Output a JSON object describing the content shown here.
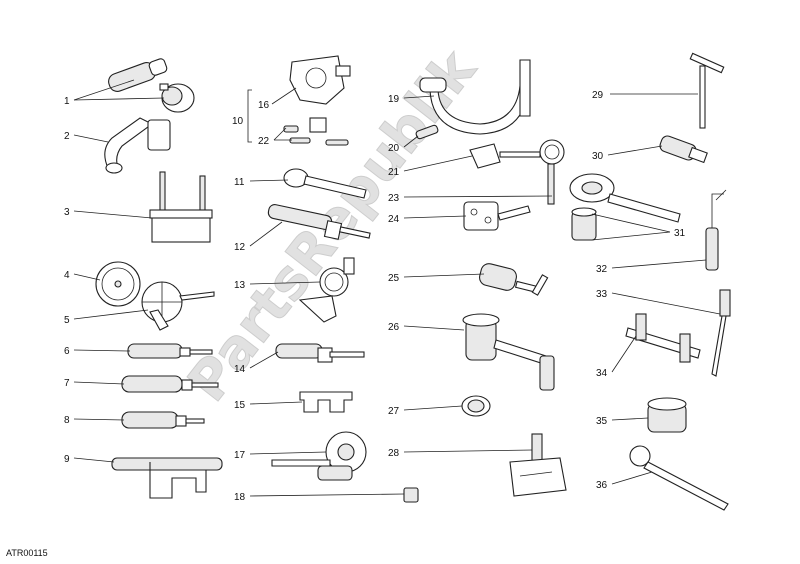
{
  "diagram": {
    "code": "ATR00115",
    "watermark": "PartsRepublik",
    "labels": {
      "l1": "1",
      "l2": "2",
      "l3": "3",
      "l4": "4",
      "l5": "5",
      "l6": "6",
      "l7": "7",
      "l8": "8",
      "l9": "9",
      "l10": "10",
      "l11": "11",
      "l12": "12",
      "l13": "13",
      "l14": "14",
      "l15": "15",
      "l16": "16",
      "l17": "17",
      "l18": "18",
      "l19": "19",
      "l20": "20",
      "l21": "21",
      "l22": "22",
      "l23": "23",
      "l24": "24",
      "l25": "25",
      "l26": "26",
      "l27": "27",
      "l28": "28",
      "l29": "29",
      "l30": "30",
      "l31": "31",
      "l32": "32",
      "l33": "33",
      "l34": "34",
      "l35": "35",
      "l36": "36"
    }
  }
}
